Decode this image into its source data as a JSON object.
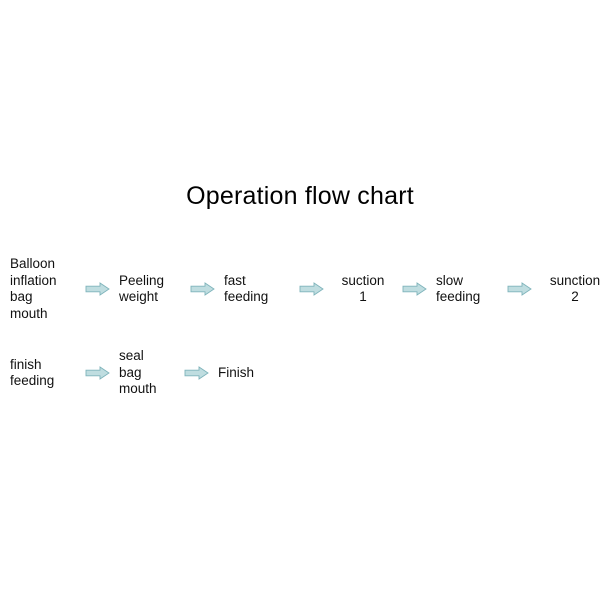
{
  "title": "Operation flow chart",
  "colors": {
    "background": "#ffffff",
    "text": "#111111",
    "title_text": "#000000",
    "arrow_fill": "#bfdde0",
    "arrow_stroke": "#7fb4bb"
  },
  "arrow_icon_name": "right-block-arrow-icon",
  "flow": {
    "rows": [
      {
        "steps": [
          {
            "label": "Balloon\ninflation\nbag\nmouth",
            "align": "left"
          },
          {
            "label": "Peeling\nweight",
            "align": "left"
          },
          {
            "label": "fast\nfeeding",
            "align": "left"
          },
          {
            "label": "suction\n1",
            "align": "center"
          },
          {
            "label": "slow\nfeeding",
            "align": "left"
          },
          {
            "label": "sunction\n2",
            "align": "center"
          }
        ]
      },
      {
        "steps": [
          {
            "label": "finish\nfeeding",
            "align": "left"
          },
          {
            "label": "seal\nbag\nmouth",
            "align": "left"
          },
          {
            "label": "Finish",
            "align": "left"
          }
        ]
      }
    ]
  },
  "chart_data": {
    "type": "diagram",
    "diagram_kind": "flowchart",
    "title": "Operation flow chart",
    "orientation": "left-to-right, wrapped onto two rows",
    "connector": "block arrow pointing right",
    "nodes": [
      "Balloon inflation bag mouth",
      "Peeling weight",
      "fast feeding",
      "suction 1",
      "slow feeding",
      "sunction 2",
      "finish feeding",
      "seal bag mouth",
      "Finish"
    ],
    "edges": [
      [
        "Balloon inflation bag mouth",
        "Peeling weight"
      ],
      [
        "Peeling weight",
        "fast feeding"
      ],
      [
        "fast feeding",
        "suction 1"
      ],
      [
        "suction 1",
        "slow feeding"
      ],
      [
        "slow feeding",
        "sunction 2"
      ],
      [
        "finish feeding",
        "seal bag mouth"
      ],
      [
        "seal bag mouth",
        "Finish"
      ]
    ]
  }
}
